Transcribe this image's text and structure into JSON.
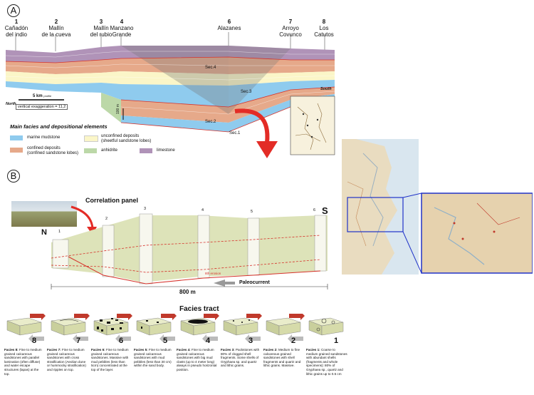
{
  "panel_a": {
    "letter": "A",
    "localities": [
      {
        "num": "1",
        "name1": "Cañadón",
        "name2": "del indio"
      },
      {
        "num": "2",
        "name1": "Mallín",
        "name2": "de la cueva"
      },
      {
        "num": "3",
        "name1": "Mallín",
        "name2": "del rubio"
      },
      {
        "num": "4",
        "name1": "Manzano",
        "name2": "Grande"
      },
      {
        "num": "6",
        "name1": "Alazanes",
        "name2": ""
      },
      {
        "num": "7",
        "name1": "Arroyo",
        "name2": "Covunco"
      },
      {
        "num": "8",
        "name1": "Los",
        "name2": "Catutos"
      }
    ],
    "sequences": [
      "Sec.4",
      "Sec.3",
      "Sec.2",
      "Sec.1"
    ],
    "north_label": "North",
    "south_label": "South",
    "scale_label": "5 km",
    "scale_sub": "profile",
    "vertical_exaggeration": "vertical exaggeration = 11,2",
    "vertical_scale": "100 m",
    "legend_title": "Main facies and depositional elements",
    "legend": [
      {
        "label": "marine mudstone",
        "sub": "",
        "color": "#8fcbee"
      },
      {
        "label": "unconfined deposits",
        "sub": "(sheetful sandstone lobes)",
        "color": "#fbf6c8"
      },
      {
        "label": "confined deposits",
        "sub": "(confined sandstone lobes)",
        "color": "#e6a98a"
      },
      {
        "label": "anhidrite",
        "sub": "",
        "color": "#bcd8a8"
      },
      {
        "label": "limestone",
        "sub": "",
        "color": "#b093b8"
      }
    ]
  },
  "panel_b": {
    "letter": "B",
    "correlation_label": "Correlation panel",
    "north": "N",
    "south": "S",
    "paleocurrent": "Paleocurrent",
    "erosion": "8th erosion",
    "distance": "800 m",
    "column_numbers": [
      "1",
      "2",
      "3",
      "4",
      "5",
      "6"
    ]
  },
  "facies": {
    "title": "Facies tract",
    "numbers": [
      "8",
      "7",
      "6",
      "5",
      "4",
      "3",
      "2",
      "1"
    ],
    "descriptions": [
      {
        "head": "Facies 8:",
        "text": "Fine to medium grained calcareous sandstones with parallel lamination (often diffuse) and water escape structures (lapas) at the top."
      },
      {
        "head": "Facies 7:",
        "text": "Fine to medium grained calcareous sandstones with cross stratification (Aeolian dune or hummocky stratification) and ripples on top."
      },
      {
        "head": "Facies 6:",
        "text": "Fine to medium grained calcareous sandstones. Massive with mud pebbles (less than 5cm) concentrated at the top of the layer."
      },
      {
        "head": "Facies 5:",
        "text": "Fine to medium grained calcareous sandstones with mud pebbles (less than 30 cm) within the sand body."
      },
      {
        "head": "Facies 4:",
        "text": "Fine to medium grained calcareous sandstones with big mud clasts (up to 4 meter long) always in pseudo horizontal position."
      },
      {
        "head": "Facies 3:",
        "text": "Packstones with 80% of clogged shell fragments. Some shells of Gryphaea sp. and quartz and lithic grains."
      },
      {
        "head": "Facies 2:",
        "text": "Medium to fine calcareous grained sandstones with shell fragments and quartz and lithic grains. Massive."
      },
      {
        "head": "Facies 1:",
        "text": "Coarse to medium grained sandstones with abundant shells (fragments and whole specimens): 80% of Gryphaea sp., quartz and lithic grains up to 0.5 cm"
      }
    ]
  }
}
